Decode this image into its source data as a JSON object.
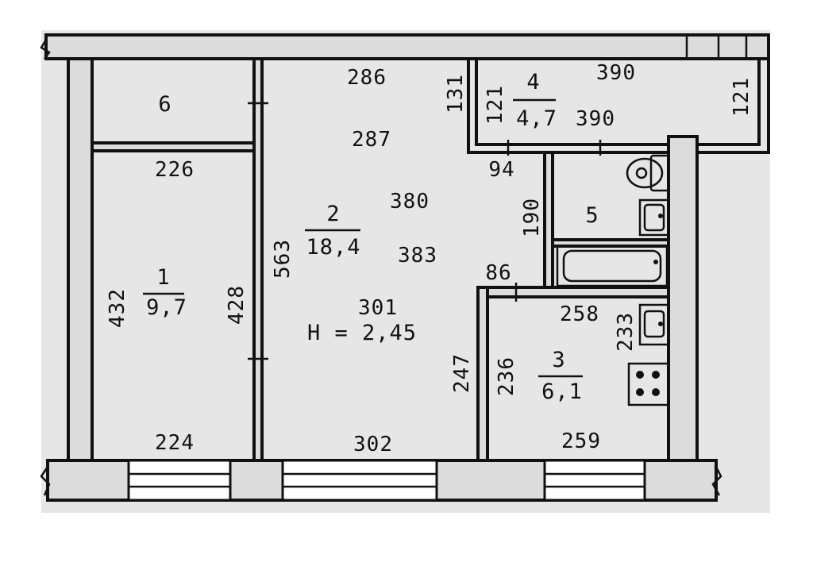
{
  "rooms": [
    {
      "id": "1",
      "area": "9,7"
    },
    {
      "id": "2",
      "area": "18,4"
    },
    {
      "id": "3",
      "area": "6,1"
    },
    {
      "id": "4",
      "area": "4,7"
    },
    {
      "id": "5"
    },
    {
      "id": "6"
    }
  ],
  "ceiling_height": "H = 2,45",
  "dimensions": {
    "d286": "286",
    "d287": "287",
    "d380": "380",
    "d383": "383",
    "d301": "301",
    "d302": "302",
    "d563": "563",
    "d131": "131",
    "d121a": "121",
    "d121b": "121",
    "d390a": "390",
    "d390b": "390",
    "d226": "226",
    "d224": "224",
    "d432": "432",
    "d428": "428",
    "d94": "94",
    "d190": "190",
    "d86": "86",
    "d258": "258",
    "d233": "233",
    "d247": "247",
    "d236": "236",
    "d259": "259"
  },
  "colors": {
    "paper": "#e6e6e6",
    "ink": "#111111",
    "wall_fill": "#dcdcdc"
  }
}
